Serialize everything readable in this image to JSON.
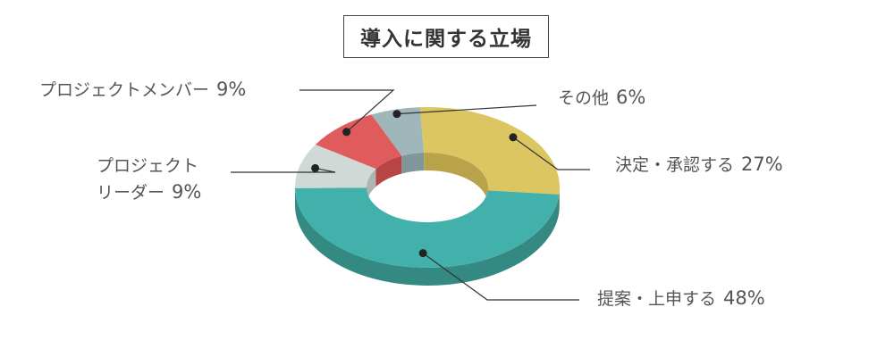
{
  "chart_data": {
    "type": "pie",
    "variant": "donut-3d",
    "title": "導入に関する立場",
    "slices": [
      {
        "label": "その他",
        "value": 6,
        "pct_label": "6%",
        "color": "#9fb6bb",
        "side_color": "#7f969b"
      },
      {
        "label": "決定・承認する",
        "value": 27,
        "pct_label": "27%",
        "color": "#dcc661",
        "side_color": "#b9a34a"
      },
      {
        "label": "提案・上申する",
        "value": 48,
        "pct_label": "48%",
        "color": "#43b1ab",
        "side_color": "#348983"
      },
      {
        "label_lines": [
          "プロジェクト",
          "リーダー"
        ],
        "label": "プロジェクトリーダー",
        "value": 9,
        "pct_label": "9%",
        "color": "#d1d9d6",
        "side_color": "#adb5b2"
      },
      {
        "label": "プロジェクトメンバー",
        "value": 9,
        "pct_label": "9%",
        "color": "#df5b5c",
        "side_color": "#b84546"
      }
    ],
    "legend": "none"
  }
}
